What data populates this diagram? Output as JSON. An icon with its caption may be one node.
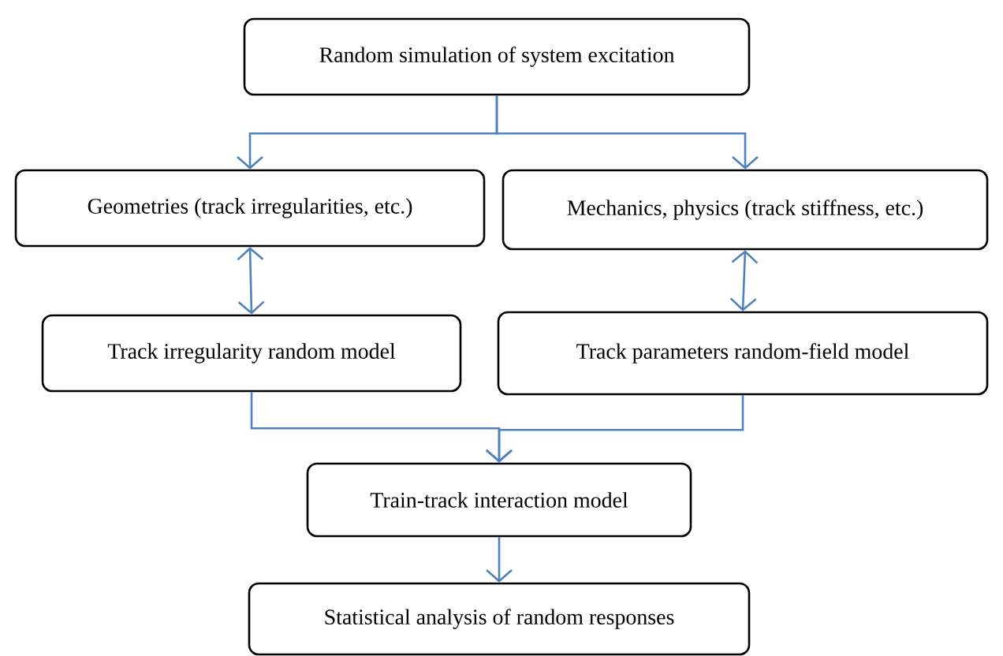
{
  "diagram": {
    "nodes": [
      {
        "text": [
          "Random simulation of system excitation"
        ]
      },
      {
        "text": [
          "Geometries (track irregularities, etc.)"
        ]
      },
      {
        "text": [
          "Mechanics, physics (track stiffness, etc.)"
        ]
      },
      {
        "text": [
          "Track irregularity random model"
        ]
      },
      {
        "text": [
          "Track parameters random-field model"
        ]
      },
      {
        "text": [
          "Train-track interaction model"
        ]
      },
      {
        "text": [
          "Statistical analysis of random responses"
        ]
      }
    ],
    "edges": [
      {
        "from": 0,
        "to": 1,
        "arrow": "to"
      },
      {
        "from": 0,
        "to": 2,
        "arrow": "to"
      },
      {
        "from": 1,
        "to": 3,
        "arrow": "both"
      },
      {
        "from": 2,
        "to": 4,
        "arrow": "both"
      },
      {
        "from": 3,
        "to": 5,
        "arrow": "to"
      },
      {
        "from": 4,
        "to": 5,
        "arrow": "to"
      },
      {
        "from": 5,
        "to": 6,
        "arrow": "to"
      }
    ]
  }
}
